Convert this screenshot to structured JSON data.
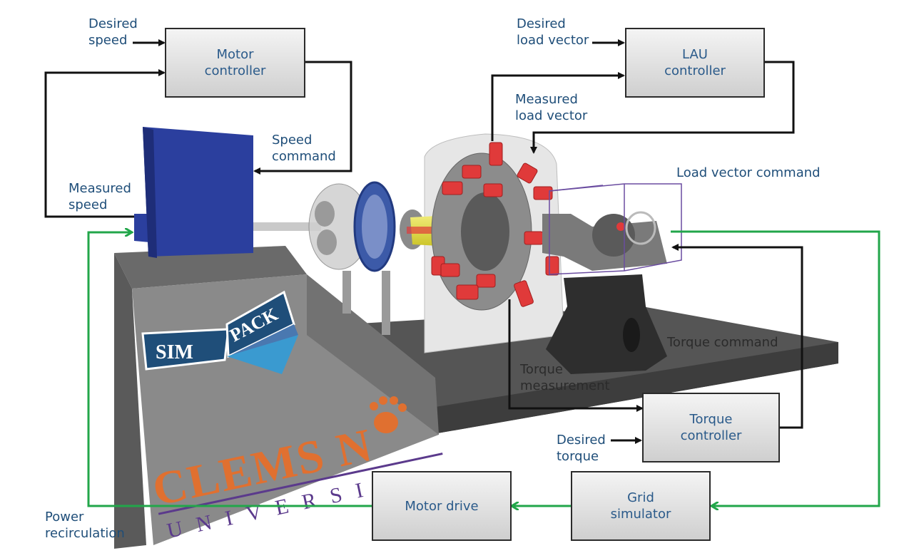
{
  "boxes": {
    "motor_controller": "Motor\ncontroller",
    "lau_controller": "LAU\ncontroller",
    "torque_controller": "Torque\ncontroller",
    "grid_simulator": "Grid\nsimulator",
    "motor_drive": "Motor drive"
  },
  "labels": {
    "desired_speed": "Desired\nspeed",
    "measured_speed": "Measured\nspeed",
    "speed_command": "Speed\ncommand",
    "desired_load_vector": "Desired\nload vector",
    "measured_load_vector": "Measured\nload vector",
    "load_vector_command": "Load vector command",
    "torque_command": "Torque command",
    "torque_measurement": "Torque\nmeasurement",
    "desired_torque": "Desired\ntorque",
    "power_recirculation": "Power\nrecirculation"
  },
  "logos": {
    "simpack_left": "SIM",
    "simpack_right": "PACK",
    "clemson": "CLEMS N",
    "university": "UNIVERSITY"
  },
  "colors": {
    "signal_line": "#111111",
    "power_line": "#22a64a",
    "motor_blue": "#2b3f9e",
    "actuator_red": "#e03a3a",
    "shaft_yellow": "#e8e03a",
    "clemson_orange": "#e07030",
    "clemson_purple": "#5b3a8c"
  }
}
